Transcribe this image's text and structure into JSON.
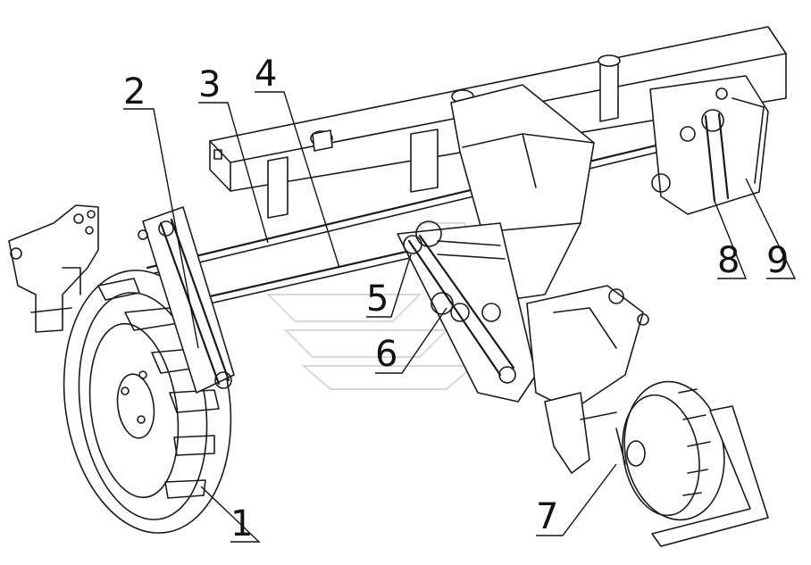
{
  "callouts": [
    {
      "id": 1,
      "label": "1"
    },
    {
      "id": 2,
      "label": "2"
    },
    {
      "id": 3,
      "label": "3"
    },
    {
      "id": 4,
      "label": "4"
    },
    {
      "id": 5,
      "label": "5"
    },
    {
      "id": 6,
      "label": "6"
    },
    {
      "id": 7,
      "label": "7"
    },
    {
      "id": 8,
      "label": "8"
    },
    {
      "id": 9,
      "label": "9"
    }
  ],
  "colors": {
    "line": "#1a1a1a",
    "background": "#ffffff",
    "watermark": "#c8c8c8"
  }
}
